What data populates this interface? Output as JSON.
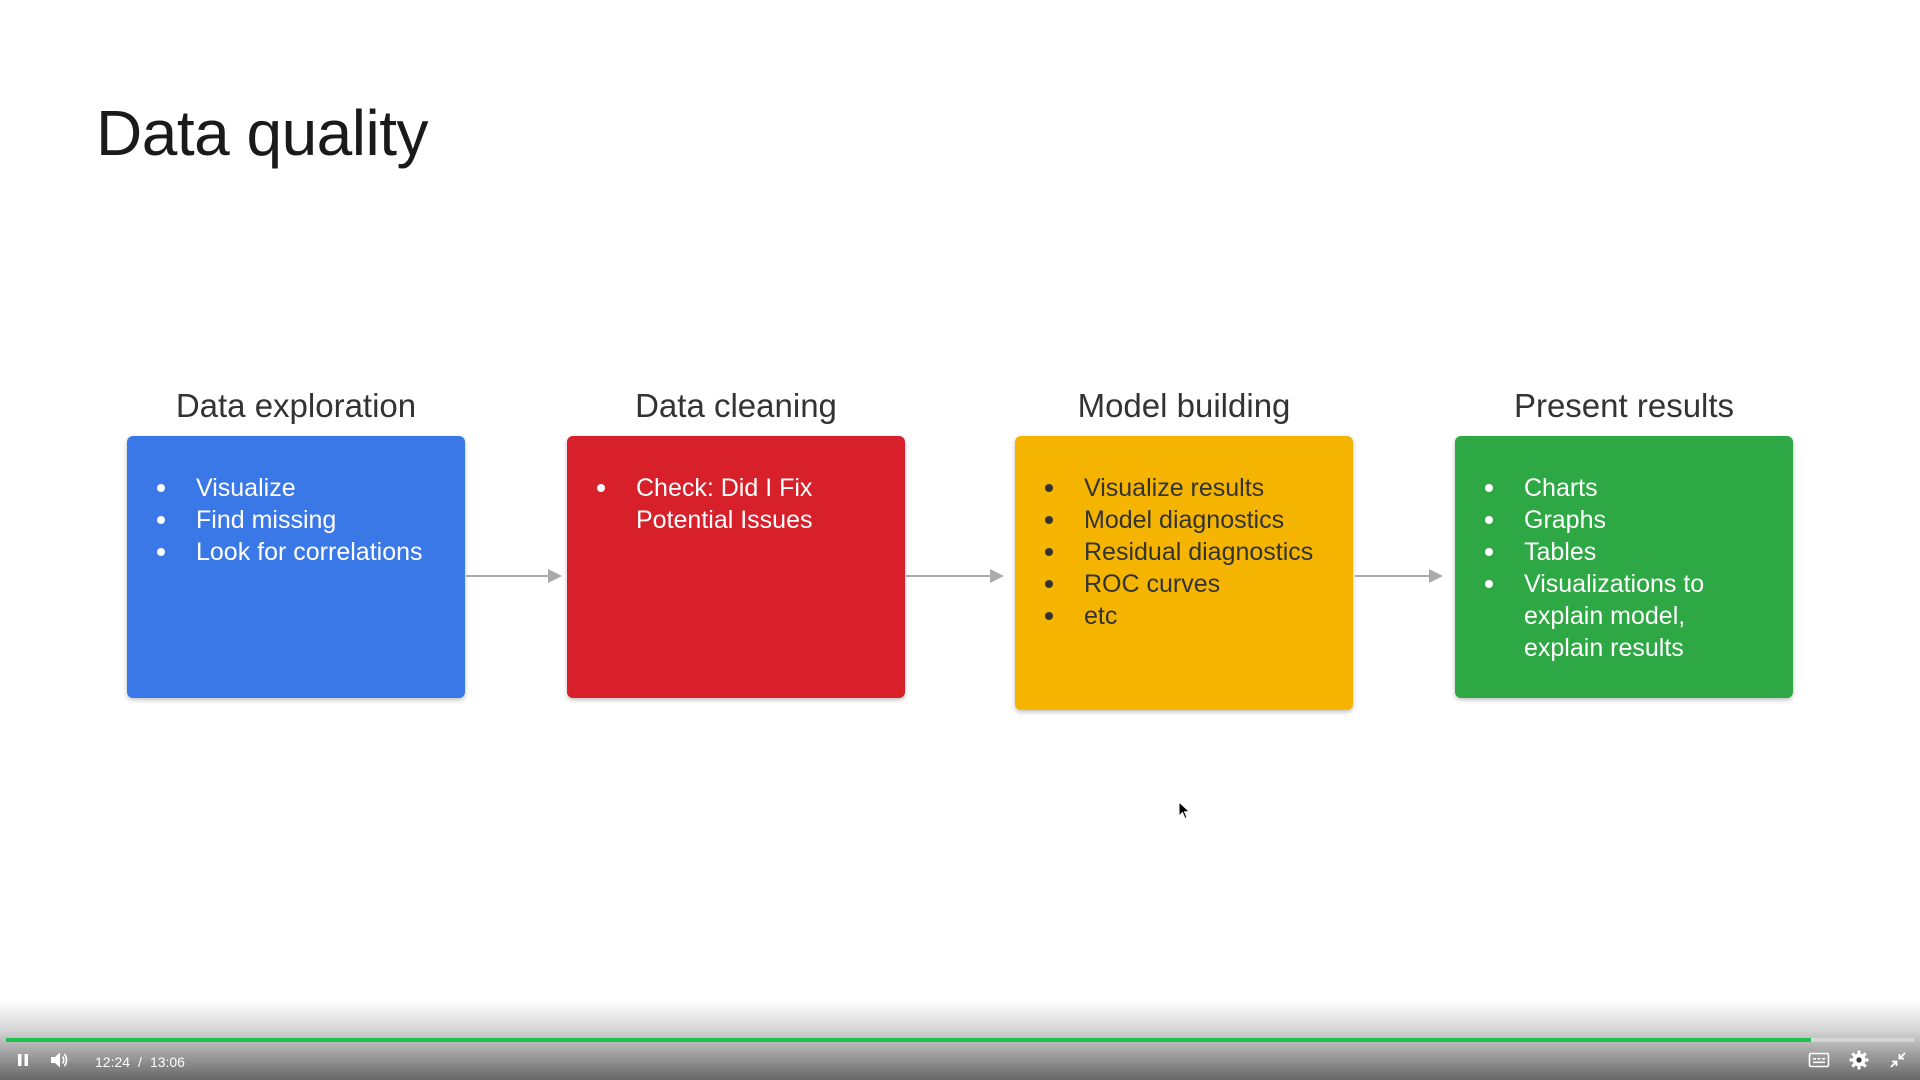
{
  "slide": {
    "title": "Data quality"
  },
  "colors": {
    "blue": "#3b78e7",
    "red": "#d8202a",
    "yellow": "#f4b400",
    "green": "#2ea844",
    "progress": "#1fc24f",
    "arrow": "#aaaaaa"
  },
  "stages": [
    {
      "title": "Data exploration",
      "color": "#3b78e7",
      "text_color": "#ffffff",
      "items": [
        "Visualize",
        "Find missing",
        "Look for correlations"
      ]
    },
    {
      "title": "Data cleaning",
      "color": "#d8202a",
      "text_color": "#ffffff",
      "items": [
        "Check: Did I Fix Potential Issues"
      ]
    },
    {
      "title": "Model building",
      "color": "#f4b400",
      "text_color": "#333333",
      "items": [
        "Visualize results",
        "Model diagnostics",
        "Residual diagnostics",
        "ROC curves",
        "etc"
      ]
    },
    {
      "title": "Present results",
      "color": "#2ea844",
      "text_color": "#ffffff",
      "items": [
        "Charts",
        "Graphs",
        "Tables",
        "Visualizations to explain model, explain results"
      ]
    }
  ],
  "player": {
    "current_time": "12:24",
    "time_separator": "/",
    "duration": "13:06",
    "progress_fraction": 0.946,
    "icons": {
      "play_pause": "pause-icon",
      "volume": "volume-icon",
      "captions": "captions-icon",
      "settings": "gear-icon",
      "fullscreen": "exit-fullscreen-icon"
    }
  }
}
